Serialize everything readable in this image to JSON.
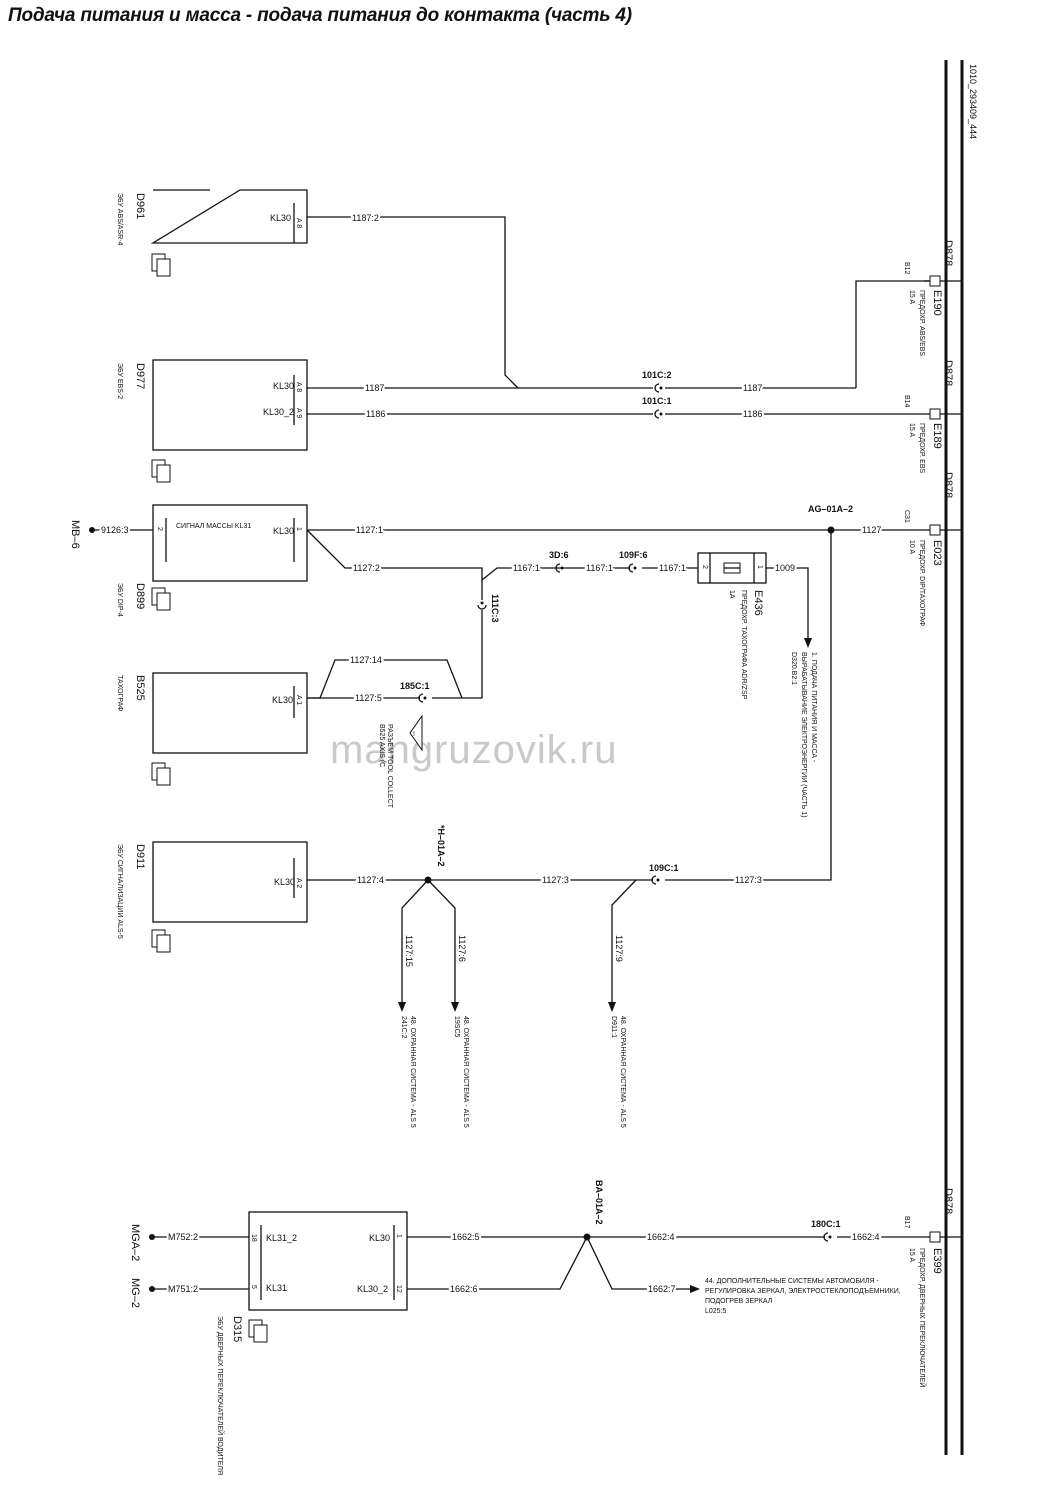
{
  "title": "Подача питания и масса - подача питания до контакта (часть 4)",
  "ref": "1010_293409_444",
  "watermark": "mangruzovik.ru",
  "bus_label": "D878",
  "fuses": {
    "e190": {
      "code": "E190",
      "pin": "B12",
      "rating": "15 A",
      "desc": "ПРЕДОХР. ABS/EBS"
    },
    "e189": {
      "code": "E189",
      "pin": "B14",
      "rating": "15 A",
      "desc": "ПРЕДОХР. EBS"
    },
    "e023": {
      "code": "E023",
      "pin": "C31",
      "rating": "10 A",
      "desc": "ПРЕДОХР. DIP/ТАХОГРАФ"
    },
    "e399": {
      "code": "E399",
      "pin": "B17",
      "rating": "15 A",
      "desc": "ПРЕДОХР. ДВЕРНЫХ ПЕРЕКЛЮЧАТЕЛЕЙ"
    },
    "e436": {
      "code": "E436",
      "rating": "1A",
      "desc": "ПРЕДОХР. ТАХОГРАФА ADR/ZSP",
      "pin1": "1",
      "pin2": "2"
    }
  },
  "components": {
    "d961": {
      "code": "D961",
      "desc": "ЭБУ ABS/ASR-4",
      "terminal": "KL30",
      "pin": "A 8"
    },
    "d977": {
      "code": "D977",
      "desc": "ЭБУ EBS-2",
      "t1": "KL30",
      "p1": "A 8",
      "t2": "KL30_2",
      "p2": "A 9"
    },
    "d899": {
      "code": "D899",
      "desc": "ЭБУ DIP-4",
      "t_left": "СИГНАЛ МАССЫ KL31",
      "p_left": "2",
      "t_right": "KL30",
      "p_right": "1"
    },
    "b525": {
      "code": "B525",
      "desc": "ТАХОГРАФ",
      "terminal": "KL30",
      "pin": "A 1"
    },
    "d911": {
      "code": "D911",
      "desc": "ЭБУ СИГНАЛИЗАЦИИ ALS-5",
      "terminal": "KL30",
      "pin": "A 2"
    },
    "d315": {
      "code": "D315",
      "desc": "ЭБУ ДВЕРНЫХ ПЕРЕКЛЮЧАТЕЛЕЙ ВОДИТЕЛЯ",
      "tl1": "KL31_2",
      "pl1": "18",
      "tl2": "KL31",
      "pl2": "5",
      "tr1": "KL30",
      "pr1": "1",
      "tr2": "KL30_2",
      "pr2": "12"
    }
  },
  "wires": {
    "w1187_2": "1187:2",
    "w1187a": "1187",
    "w1187b": "1187",
    "w1186a": "1186",
    "w1186b": "1186",
    "w1127_1": "1127:1",
    "w1127": "1127",
    "w1127_2": "1127:2",
    "w1167_1a": "1167:1",
    "w1167_1b": "1167:1",
    "w1167_1c": "1167:1",
    "w1009": "1009",
    "w1127_14": "1127:14",
    "w1127_5": "1127:5",
    "w1127_4": "1127:4",
    "w1127_3a": "1127:3",
    "w1127_3b": "1127:3",
    "w1127_15": "1127:15",
    "w1127_6": "1127:6",
    "w1127_9": "1127:9",
    "w9126_3": "9126:3",
    "m752_2": "M752:2",
    "m751_2": "M751:2",
    "w1662_5": "1662:5",
    "w1662_4a": "1662:4",
    "w1662_4b": "1662:4",
    "w1662_6": "1662:6",
    "w1662_7": "1662:7"
  },
  "connectors": {
    "c101c2": "101C:2",
    "c101c1": "101C:1",
    "c3d6": "3D:6",
    "c109f6": "109F:6",
    "c111c3": "111C:3",
    "c185c1": "185C:1",
    "c109c1": "109C:1",
    "c180c1": "180C:1"
  },
  "splices": {
    "ag01a2": "AG–01A–2",
    "h01a2": "*H–01A–2",
    "ba01a2": "BA–01A–2"
  },
  "grounds": {
    "mb6": "MB–6",
    "mga2": "MGA–2",
    "mg2": "MG–2"
  },
  "refs": {
    "ref1": [
      "1. ПОДАЧА ПИТАНИЯ И МАССА -",
      "ВЫРАБАТЫВАНИЕ ЭЛЕКТРОЭНЕРГИИ (ЧАСТЬ 1)",
      "D320.B2:1"
    ],
    "ref_b525": [
      "РАЗЪЕМ TOOL COLLECT",
      "B525 AXIS (С"
    ],
    "ref_als1": [
      "48. ОХРАННАЯ СИСТЕМА - ALS 5",
      "241C:2"
    ],
    "ref_als2": [
      "48. ОХРАННАЯ СИСТЕМА - ALS 5",
      "19SC5"
    ],
    "ref_als3": [
      "48. ОХРАННАЯ СИСТЕМА - ALS 5",
      "D911:1"
    ],
    "ref44": [
      "44. ДОПОЛНИТЕЛЬНЫЕ СИСТЕМЫ АВТОМОБИЛЯ -",
      "РЕГУЛИРОВКА ЗЕРКАЛ, ЭЛЕКТРОСТЕКЛОПОДЪЕМНИКИ,",
      "ПОДОГРЕВ ЗЕРКАЛ",
      "L025:5"
    ]
  }
}
